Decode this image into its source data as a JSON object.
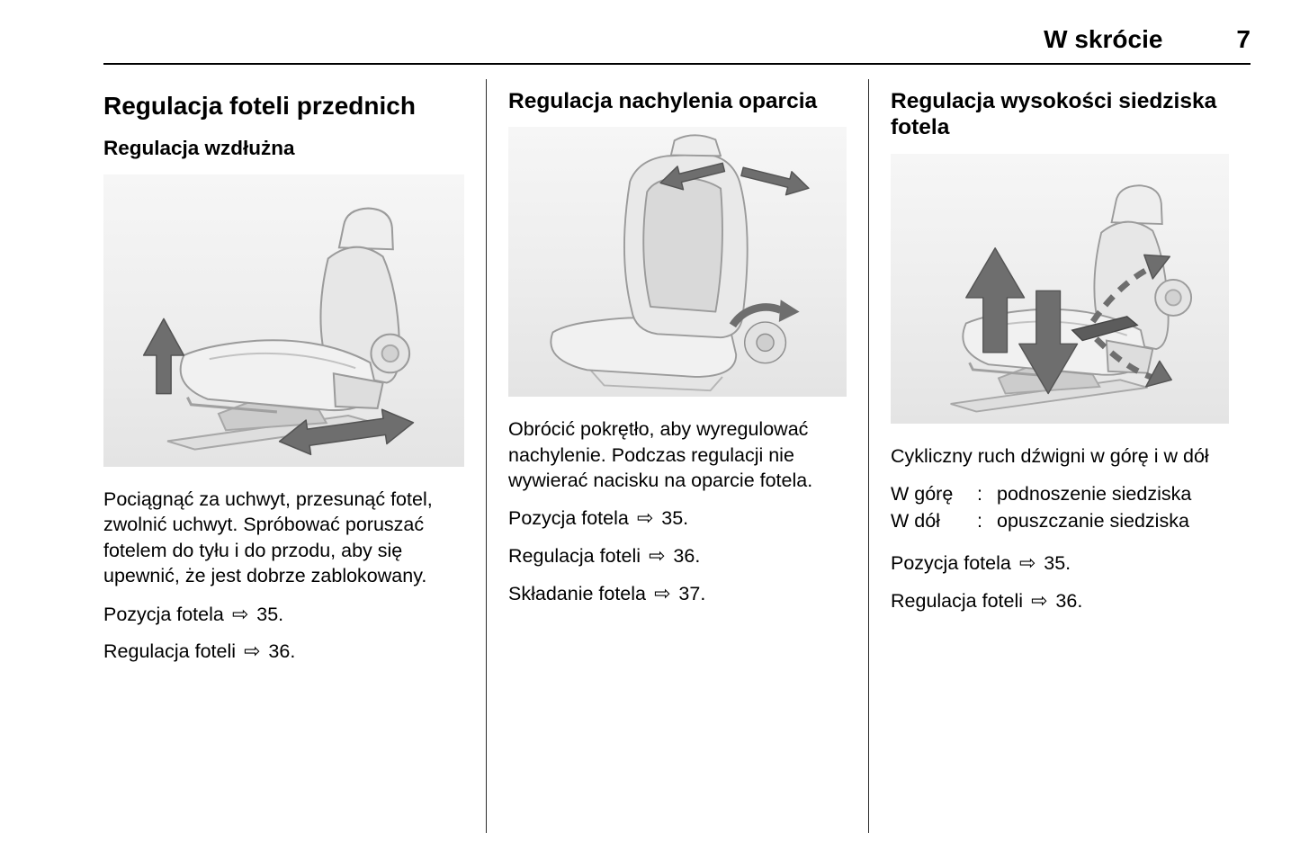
{
  "icons": {
    "page_reference_arrow": "⇨",
    "seat_illustrations": [
      "seat-longitudinal-adjustment",
      "backrest-inclination-adjustment",
      "seat-height-adjustment"
    ]
  },
  "colors": {
    "text": "#000000",
    "illustration_bg": "#efefef",
    "arrow_gray": "#6e6e6e"
  },
  "header": {
    "section_title": "W skrócie",
    "page_number": "7"
  },
  "columns": [
    {
      "heading": "Regulacja foteli przednich",
      "subheading": "Regulacja wzdłużna",
      "paragraph": "Pociągnąć za uchwyt, przesunąć fotel, zwolnić uchwyt. Spróbować poruszać fotelem do tyłu i do przodu, aby się upewnić, że jest dobrze zablokowany.",
      "refs": [
        {
          "label": "Pozycja fotela",
          "page": "35."
        },
        {
          "label": "Regulacja foteli",
          "page": "36."
        }
      ]
    },
    {
      "heading": "Regulacja nachylenia oparcia",
      "paragraph": "Obrócić pokrętło, aby wyregulować nachylenie. Podczas regulacji nie wywierać nacisku na oparcie fotela.",
      "refs": [
        {
          "label": "Pozycja fotela",
          "page": "35."
        },
        {
          "label": "Regulacja foteli",
          "page": "36."
        },
        {
          "label": "Składanie fotela",
          "page": "37."
        }
      ]
    },
    {
      "heading": "Regulacja wysokości siedziska fotela",
      "paragraph": "Cykliczny ruch dźwigni w górę i w dół",
      "definitions": [
        {
          "term": "W górę",
          "separator": ":",
          "description": "podnoszenie siedziska"
        },
        {
          "term": "W dół",
          "separator": ":",
          "description": "opuszczanie siedziska"
        }
      ],
      "refs": [
        {
          "label": "Pozycja fotela",
          "page": "35."
        },
        {
          "label": "Regulacja foteli",
          "page": "36."
        }
      ]
    }
  ]
}
